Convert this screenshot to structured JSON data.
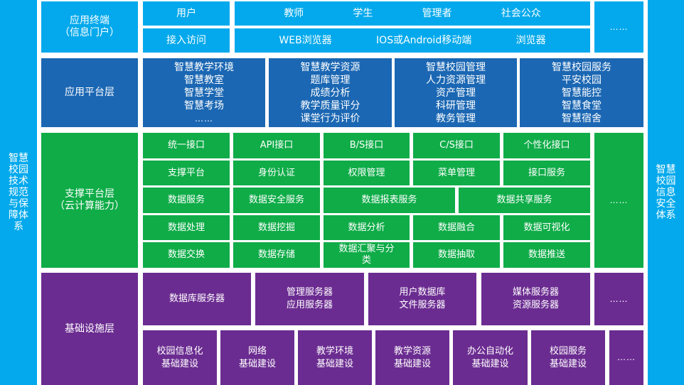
{
  "left_side": {
    "label_lines": [
      "智慧",
      "校园",
      "技术",
      "规范",
      "与保",
      "障体",
      "系"
    ]
  },
  "right_side": {
    "label_lines": [
      "智慧",
      "校园",
      "信息",
      "安全",
      "体系"
    ]
  },
  "terminal_layer": {
    "title": "应用终端",
    "subtitle": "（信息门户）",
    "users_label": "用户",
    "access_label": "接入访问",
    "user_types": [
      "教师",
      "学生",
      "管理者",
      "社会公众"
    ],
    "clients": [
      "WEB浏览器",
      "IOS或Android移动端",
      "浏览器"
    ],
    "more": "……"
  },
  "platform_layer": {
    "title": "应用平台层",
    "groups": [
      {
        "items": [
          "智慧教学环境",
          "智慧教室",
          "智慧学堂",
          "智慧考场",
          "……"
        ]
      },
      {
        "items": [
          "智慧教学资源",
          "题库管理",
          "成绩分析",
          "教学质量评分",
          "课堂行为评价"
        ]
      },
      {
        "items": [
          "智慧校园管理",
          "人力资源管理",
          "资产管理",
          "科研管理",
          "教务管理"
        ]
      },
      {
        "items": [
          "智慧校园服务",
          "平安校园",
          "智慧能控",
          "智慧食堂",
          "智慧宿舍"
        ]
      }
    ]
  },
  "support_layer": {
    "title": "支撑平台层",
    "subtitle": "（云计算能力）",
    "more": "……",
    "row1": [
      "统一接口",
      "API接口",
      "B/S接口",
      "C/S接口",
      "个性化接口"
    ],
    "row2": [
      "支撑平台",
      "身份认证",
      "权限管理",
      "菜单管理",
      "接口服务"
    ],
    "row3": [
      "数据服务",
      "数据安全服务",
      "数据报表服务",
      "数据共享服务"
    ],
    "row4": [
      "数据处理",
      "数据挖掘",
      "数据分析",
      "数据融合",
      "数据可视化"
    ],
    "row5": [
      "数据交换",
      "数据存储",
      "数据汇聚与分",
      "类",
      "数据抽取",
      "数据推送"
    ]
  },
  "infra_layer": {
    "title": "基础设施层",
    "servers": [
      {
        "lines": [
          "数据库服务器"
        ]
      },
      {
        "lines": [
          "管理服务器",
          "应用服务器"
        ]
      },
      {
        "lines": [
          "用户数据库",
          "文件服务器"
        ]
      },
      {
        "lines": [
          "媒体服务器",
          "资源服务器"
        ]
      }
    ],
    "construction": [
      {
        "lines": [
          "校园信息化",
          "基础建设"
        ]
      },
      {
        "lines": [
          "网络",
          "基础建设"
        ]
      },
      {
        "lines": [
          "教学环境",
          "基础建设"
        ]
      },
      {
        "lines": [
          "教学资源",
          "基础建设"
        ]
      },
      {
        "lines": [
          "办公自动化",
          "基础建设"
        ]
      },
      {
        "lines": [
          "校园服务",
          "基础建设"
        ]
      }
    ],
    "more_top": "……",
    "more_bottom": "……"
  }
}
